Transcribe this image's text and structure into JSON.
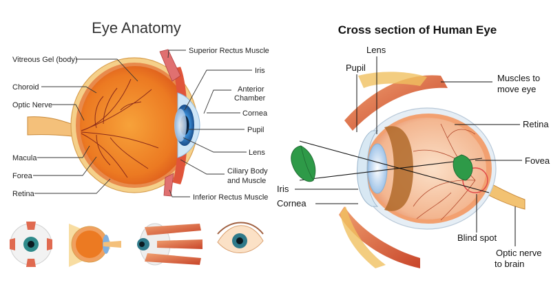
{
  "left": {
    "title": "Eye Anatomy",
    "labels": {
      "vitreous": "Vitreous Gel (body)",
      "choroid": "Choroid",
      "optic_nerve": "Optic Nerve",
      "macula": "Macula",
      "forea": "Forea",
      "retina": "Retina",
      "superior": "Superior Rectus Muscle",
      "iris": "Iris",
      "anterior1": "Anterior",
      "anterior2": "Chamber",
      "cornea": "Cornea",
      "pupil": "Pupil",
      "lens": "Lens",
      "ciliary1": "Ciliary Body",
      "ciliary2": "and Muscle",
      "inferior": "Inferior Rectus Muscle"
    }
  },
  "right": {
    "title": "Cross section of Human Eye",
    "labels": {
      "lens": "Lens",
      "pupil": "Pupil",
      "muscles1": "Muscles to",
      "muscles2": "move eye",
      "retina": "Retina",
      "fovea": "Fovea",
      "iris": "Iris",
      "cornea": "Cornea",
      "blind_spot": "Blind spot",
      "optic1": "Optic nerve",
      "optic2": "to brain"
    }
  },
  "colors": {
    "sclera": "#f3c36a",
    "vitreous": "#f08a2a",
    "vessel": "#8a2a1a",
    "iris_blue": "#2f7fd0",
    "muscle": "#d9603a",
    "leaf": "#2e9a48"
  }
}
